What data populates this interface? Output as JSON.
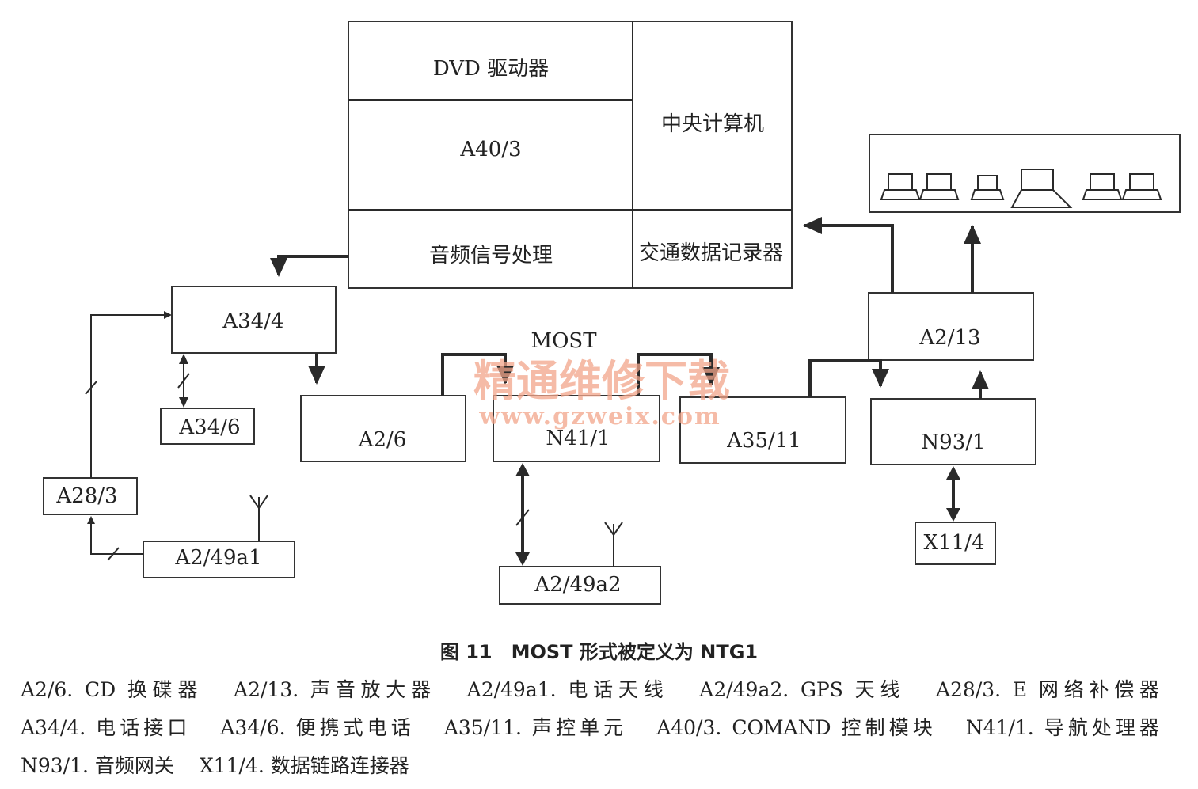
{
  "blocks": {
    "dvd_drive": "DVD 驱动器",
    "a40_3": "A40/3",
    "audio_signal_processing": "音频信号处理",
    "central_computer": "中央计算机",
    "traffic_data_recorder": "交通数据记录器",
    "a34_4": "A34/4",
    "a34_6": "A34/6",
    "a28_3": "A28/3",
    "a2_49a1": "A2/49a1",
    "a2_6": "A2/6",
    "n41_1": "N41/1",
    "a2_49a2": "A2/49a2",
    "a35_11": "A35/11",
    "n93_1": "N93/1",
    "x11_4": "X11/4",
    "a2_13": "A2/13"
  },
  "bus_label": "MOST",
  "watermark": {
    "text": "精通维修下载",
    "url": "www.gzweix.com"
  },
  "caption": "图 11　MOST 形式被定义为 NTG1",
  "legend": [
    "A2/6. CD 换碟器",
    "A2/13. 声音放大器",
    "A2/49a1. 电话天线",
    "A2/49a2. GPS 天线",
    "A28/3. E 网络补偿器",
    "A34/4. 电话接口",
    "A34/6. 便携式电话",
    "A35/11. 声控单元",
    "A40/3. COMAND 控制模块",
    "N41/1. 导航处理器",
    "N93/1. 音频网关",
    "X11/4. 数据链路连接器"
  ]
}
